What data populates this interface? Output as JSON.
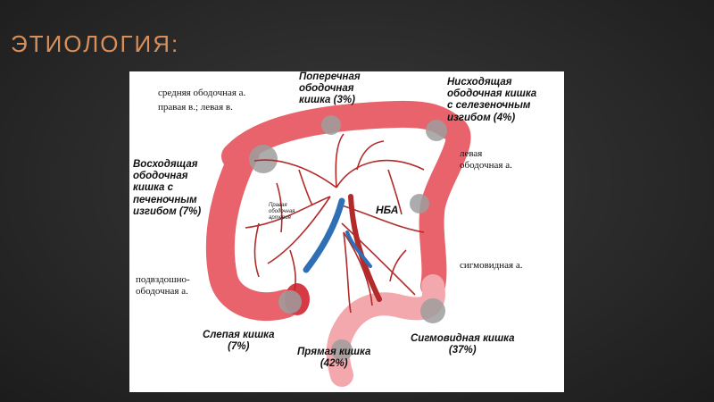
{
  "slide": {
    "title": "ЭТИОЛОГИЯ:"
  },
  "diagram": {
    "labels": {
      "transverse": [
        "Поперечная",
        "ободочная",
        "кишка (3%)"
      ],
      "descending": [
        "Нисходящая",
        "ободочная кишка",
        "с селезеночным",
        "изгибом (4%)"
      ],
      "ascending": [
        "Восходящая",
        "ободочная",
        "кишка с",
        "печеночным",
        "изгибом (7%)"
      ],
      "middle_colic": "средняя ободочная а.",
      "right_left_branches": "правая в.;  левая в.",
      "left_colic": [
        "левая",
        "ободочная а."
      ],
      "right_colic_small": [
        "Правая",
        "ободочная",
        "артерия"
      ],
      "ima": "НБА",
      "ileocolic": [
        "подвздошно-",
        "ободочная а."
      ],
      "sigmoid_artery": "сигмовидная а.",
      "cecum": [
        "Слепая кишка",
        "(7%)"
      ],
      "rectum": [
        "Прямая кишка",
        "(42%)"
      ],
      "sigmoid": [
        "Сигмовидная кишка",
        "(37%)"
      ]
    },
    "colors": {
      "colon": "#e8636b",
      "colon_light": "#f3a8ad",
      "artery": "#b22a2a",
      "vein": "#2e6fb5",
      "lesion": "#9e9e9e"
    }
  }
}
